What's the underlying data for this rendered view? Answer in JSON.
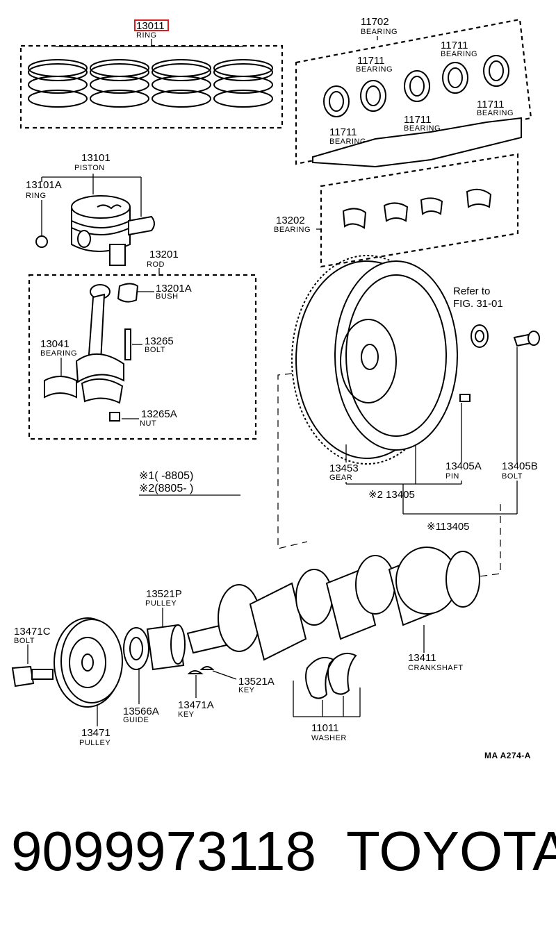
{
  "diagram": {
    "labels": {
      "ring_set": {
        "number": "13011",
        "name": "RING"
      },
      "piston": {
        "number": "13101",
        "name": "PISTON"
      },
      "piston_ring": {
        "number": "13101A",
        "name": "RING"
      },
      "rod": {
        "number": "13201",
        "name": "ROD"
      },
      "rod_bush": {
        "number": "13201A",
        "name": "BUSH"
      },
      "rod_bearing": {
        "number": "13041",
        "name": "BEARING"
      },
      "rod_bolt": {
        "number": "13265",
        "name": "BOLT"
      },
      "rod_nut": {
        "number": "13265A",
        "name": "NUT"
      },
      "main_bearing": {
        "number": "11702",
        "name": "BEARING"
      },
      "bearing_a": {
        "number": "11711",
        "name": "BEARING"
      },
      "bearing_b": {
        "number": "11711",
        "name": "BEARING"
      },
      "bearing_c": {
        "number": "11711",
        "name": "BEARING"
      },
      "bearing_d": {
        "number": "11711",
        "name": "BEARING"
      },
      "bearing_e": {
        "number": "11711",
        "name": "BEARING"
      },
      "crank_bearing": {
        "number": "13202",
        "name": "BEARING"
      },
      "ring_gear": {
        "number": "13453",
        "name": "GEAR"
      },
      "pin": {
        "number": "13405A",
        "name": "PIN"
      },
      "flywheel_bolt": {
        "number": "13405B",
        "name": "BOLT"
      },
      "timing_pulley": {
        "number": "13521P",
        "name": "PULLEY"
      },
      "pulley_bolt": {
        "number": "13471C",
        "name": "BOLT"
      },
      "crank_key": {
        "number": "13521A",
        "name": "KEY"
      },
      "pulley_key": {
        "number": "13471A",
        "name": "KEY"
      },
      "guide": {
        "number": "13566A",
        "name": "GUIDE"
      },
      "crank_pulley": {
        "number": "13471",
        "name": "PULLEY"
      },
      "crankshaft": {
        "number": "13411",
        "name": "CRANKSHAFT"
      },
      "thrust_washer": {
        "number": "11011",
        "name": "WASHER"
      }
    },
    "refer_line1": "Refer to",
    "refer_line2": "FIG. 31-01",
    "note1": "※1(     -8805)",
    "note2": "※2(8805-       )",
    "flywheel_2": "※2 13405",
    "flywheel_1": "※113405",
    "figure_code": "MA A274-A"
  },
  "footer": {
    "part_number": "9099973118",
    "brand": "TOYOTA"
  },
  "colors": {
    "highlight": "#d42020",
    "ink": "#000000"
  }
}
